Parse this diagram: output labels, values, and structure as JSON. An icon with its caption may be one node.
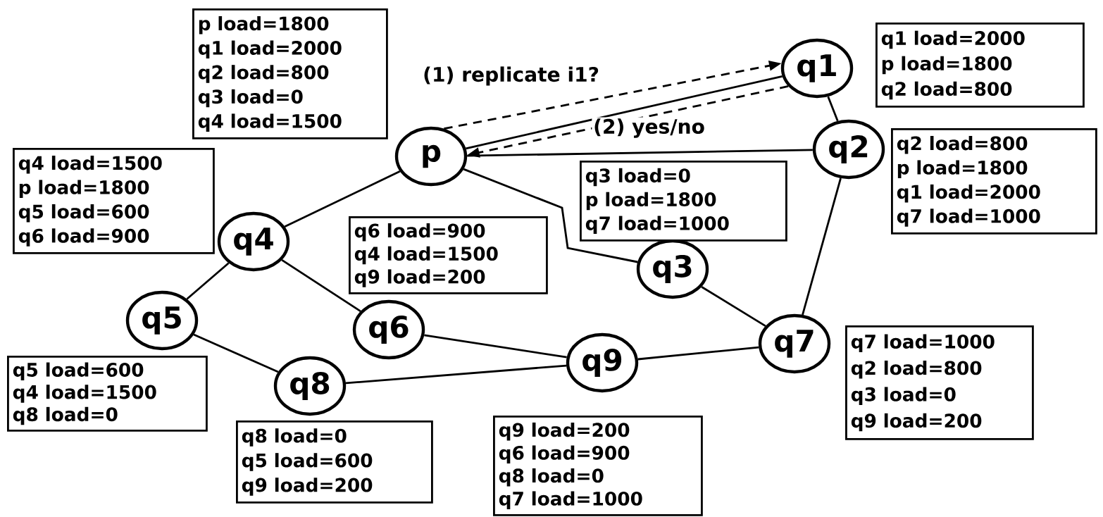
{
  "diagram": {
    "nodes": [
      {
        "text": [
          "p"
        ]
      },
      {
        "text": [
          "q1"
        ]
      },
      {
        "text": [
          "q2"
        ]
      },
      {
        "text": [
          "q3"
        ]
      },
      {
        "text": [
          "q4"
        ]
      },
      {
        "text": [
          "q5"
        ]
      },
      {
        "text": [
          "q6"
        ]
      },
      {
        "text": [
          "q7"
        ]
      },
      {
        "text": [
          "q8"
        ]
      },
      {
        "text": [
          "q9"
        ]
      },
      {
        "text": [
          "p load=1800",
          "q1 load=2000",
          "q2 load=800",
          "q3 load=0",
          "q4 load=1500"
        ]
      },
      {
        "text": [
          "q1 load=2000",
          "p load=1800",
          "q2 load=800"
        ]
      },
      {
        "text": [
          "q2 load=800",
          "p load=1800",
          "q1 load=2000",
          "q7 load=1000"
        ]
      },
      {
        "text": [
          "q4 load=1500",
          "p load=1800",
          "q5 load=600",
          "q6 load=900"
        ]
      },
      {
        "text": [
          "q3 load=0",
          "p load=1800",
          "q7 load=1000"
        ]
      },
      {
        "text": [
          "q6 load=900",
          "q4 load=1500",
          "q9 load=200"
        ]
      },
      {
        "text": [
          "q7 load=1000",
          "q2 load=800",
          "q3 load=0",
          "q9 load=200"
        ]
      },
      {
        "text": [
          "q5 load=600",
          "q4 load=1500",
          "q8 load=0"
        ]
      },
      {
        "text": [
          "q8 load=0",
          "q5 load=600",
          "q9 load=200"
        ]
      },
      {
        "text": [
          "q9 load=200",
          "q6 load=900",
          "q8 load=0",
          "q7 load=1000"
        ]
      }
    ],
    "edges": [
      {
        "from": 0,
        "to": 1,
        "arrow": "none"
      },
      {
        "from": 0,
        "to": 2,
        "arrow": "none"
      },
      {
        "from": 0,
        "to": 3,
        "arrow": "none"
      },
      {
        "from": 0,
        "to": 4,
        "arrow": "none"
      },
      {
        "from": 1,
        "to": 2,
        "arrow": "none"
      },
      {
        "from": 2,
        "to": 7,
        "arrow": "none"
      },
      {
        "from": 3,
        "to": 7,
        "arrow": "none"
      },
      {
        "from": 4,
        "to": 5,
        "arrow": "none"
      },
      {
        "from": 4,
        "to": 6,
        "arrow": "none"
      },
      {
        "from": 5,
        "to": 8,
        "arrow": "none"
      },
      {
        "from": 6,
        "to": 9,
        "arrow": "none"
      },
      {
        "from": 8,
        "to": 9,
        "arrow": "none"
      },
      {
        "from": 9,
        "to": 7,
        "arrow": "none"
      },
      {
        "from": 0,
        "to": 1,
        "arrow": "to",
        "style": "dashed",
        "label": "(1) replicate i1?"
      },
      {
        "from": 1,
        "to": 0,
        "arrow": "to",
        "style": "dashed",
        "label": "(2) yes/no"
      }
    ]
  }
}
